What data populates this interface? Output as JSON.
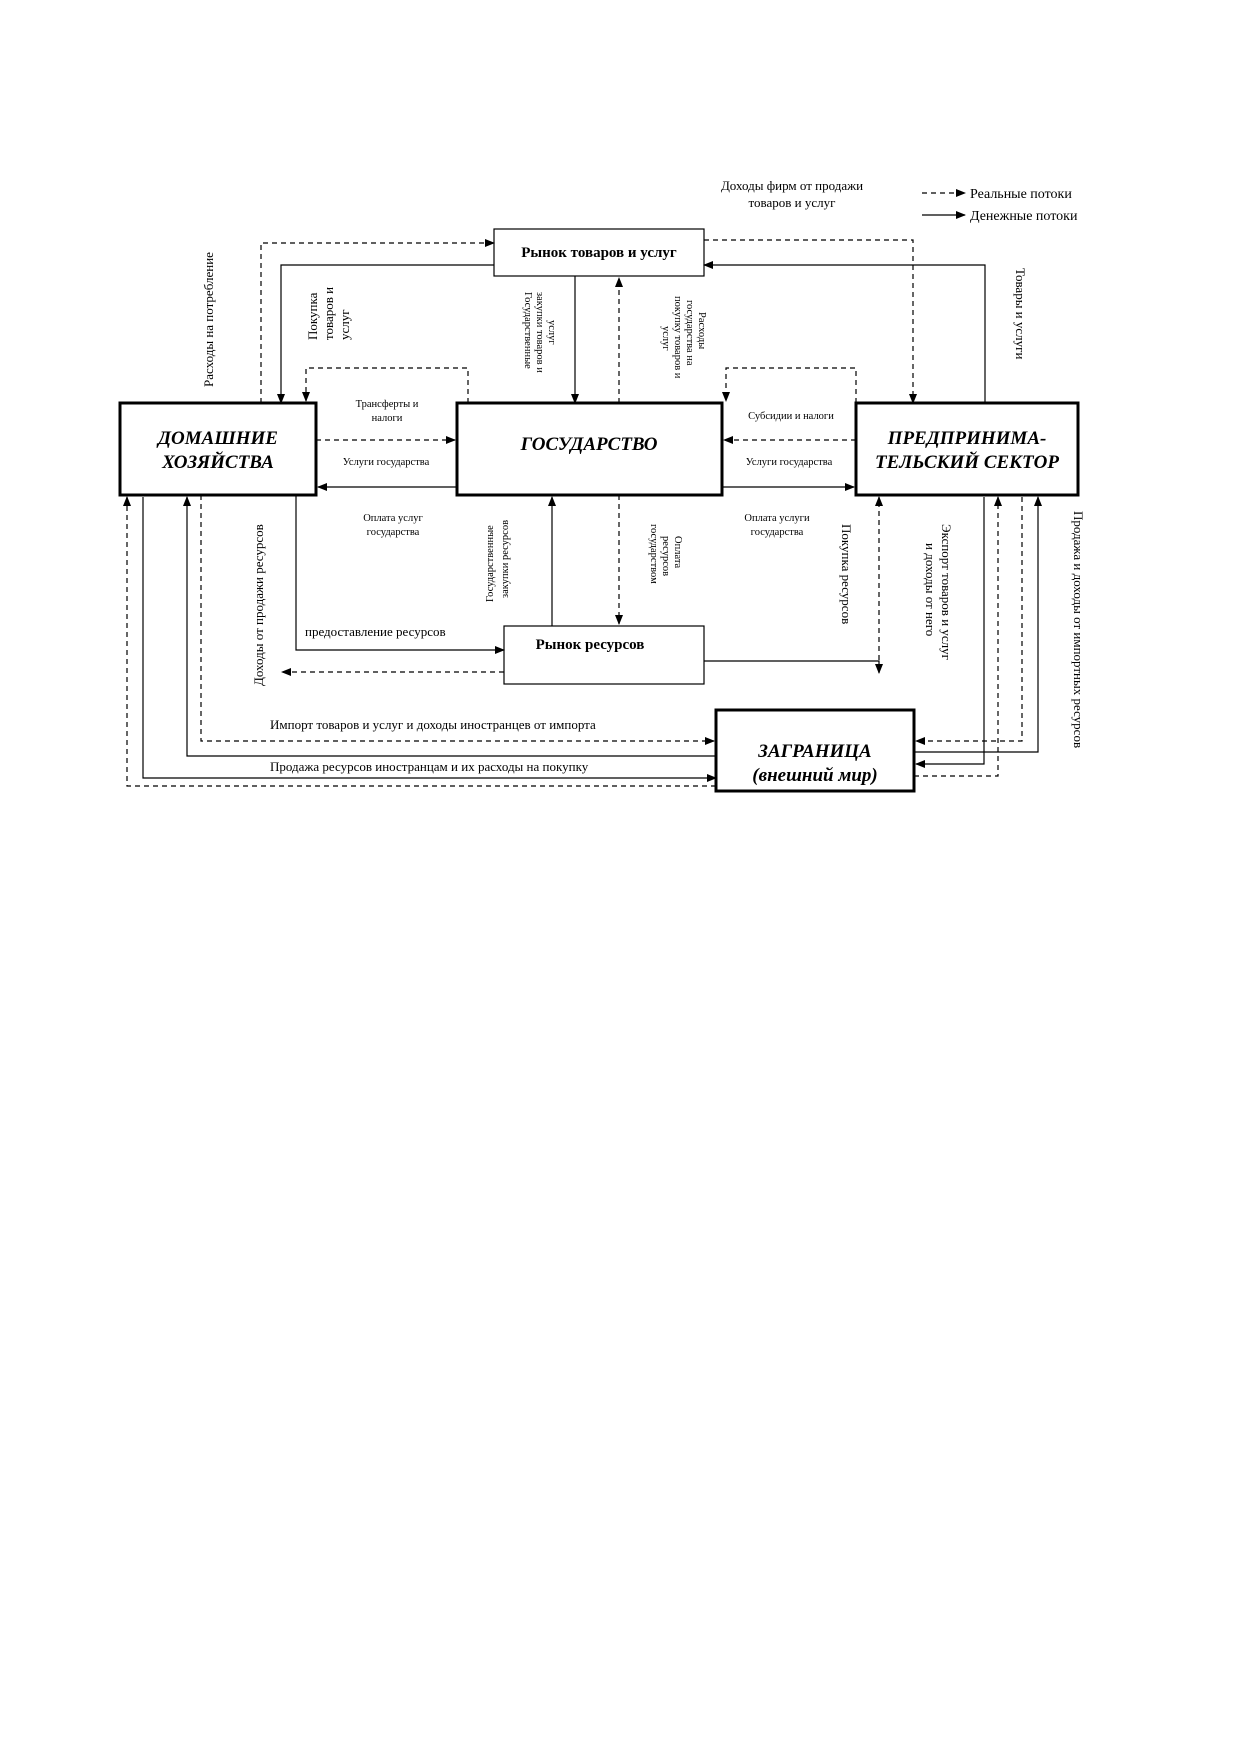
{
  "nodes": {
    "households": [
      "ДОМАШНИЕ",
      "ХОЗЯЙСТВА"
    ],
    "government": "ГОСУДАРСТВО",
    "business": [
      "ПРЕДПРИНИМА-",
      "ТЕЛЬСКИЙ СЕКТОР"
    ],
    "goods_market": "Рынок товаров и услуг",
    "resource_market": "Рынок ресурсов",
    "foreign": [
      "ЗАГРАНИЦА",
      "(внешний мир)"
    ]
  },
  "legend": {
    "real": "Реальные потоки",
    "money": "Денежные потоки"
  },
  "labels": {
    "firm_income": [
      "Доходы фирм от продажи",
      "товаров и услуг"
    ],
    "consumption": "Расходы на потребление",
    "purchase_goods": [
      "Покупка",
      "товаров и",
      "услуг"
    ],
    "gov_purchases_goods": [
      "Государственные",
      "закупки товаров и",
      "услуг"
    ],
    "gov_spending_goods": [
      "Расходы",
      "государства на",
      "покупку товаров и",
      "услуг"
    ],
    "goods_services": "Товары и услуги",
    "transfers": [
      "Трансферты  и",
      "налоги"
    ],
    "gov_services_left": "Услуги государства",
    "subsidies": "Субсидии и налоги",
    "gov_services_right": "Услуги государства",
    "payment_left": [
      "Оплата услуг",
      "государства"
    ],
    "payment_right": [
      "Оплата услуги",
      "государства"
    ],
    "resource_income": "Доходы от продажи ресурсов",
    "gov_purchases_resources": [
      "Государственные",
      "закупки ресурсов"
    ],
    "resource_payment": [
      "Оплата",
      "ресурсов",
      "государством"
    ],
    "resource_purchase": "Покупка ресурсов",
    "export": [
      "Экспорт товаров и услуг",
      "и доходы от него"
    ],
    "import_resources": "Продажа и доходы от импортных ресурсов",
    "provision_resources": "предоставление ресурсов",
    "import_goods": "Импорт товаров и услуг и доходы иностранцев от импорта",
    "resource_sale_foreign": "Продажа ресурсов иностранцам и  их расходы на  покупку"
  }
}
